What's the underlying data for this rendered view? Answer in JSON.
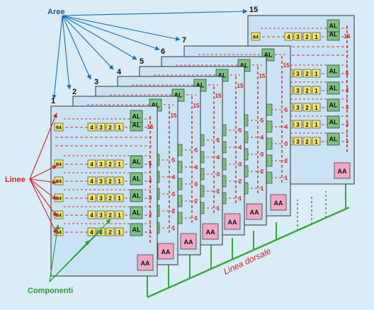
{
  "labels": {
    "aree": "Aree",
    "linee": "Linee",
    "componenti": "Componenti",
    "linea_dorsale": "Linea dorsale"
  },
  "area_numbers": [
    "1",
    "2",
    "3",
    "4",
    "5",
    "6",
    "7",
    "15"
  ],
  "front_panel": {
    "line_numbers": [
      "15",
      "5",
      "4",
      "3",
      "2",
      "1"
    ],
    "coupler_label": "AL",
    "area_coupler_label": "AA",
    "device_labels": [
      "4",
      "3",
      "2",
      "1"
    ],
    "power_label": "64"
  },
  "colors": {
    "background": "#d9ecf8",
    "panel": "#c9e3f4",
    "aree_text": "#1a5a96",
    "linee_text": "#d42020",
    "componenti_text": "#2a9a3a",
    "backbone": "#3aa83a",
    "dashed_lines": "#d43030",
    "device_fill": "#f1e56a",
    "coupler_fill": "#7ec27f",
    "area_coupler_fill": "#f2a6c6"
  }
}
